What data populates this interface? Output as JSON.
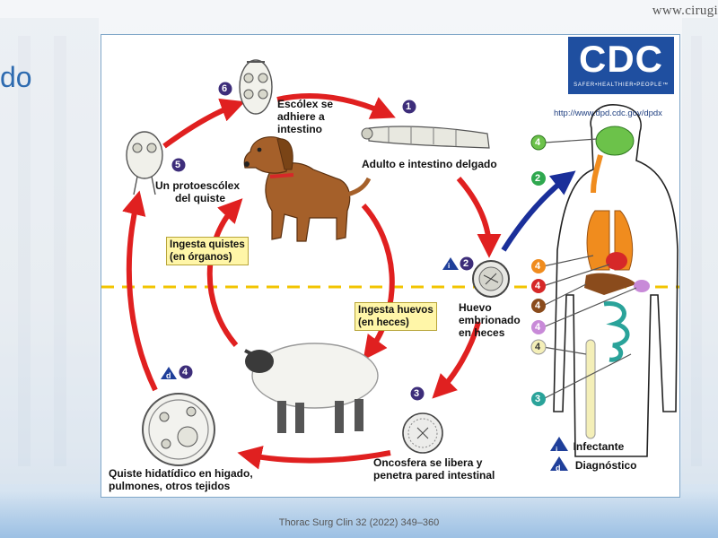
{
  "header": {
    "site_url": "www.cirugi",
    "title_fragment": "do"
  },
  "footer": {
    "citation": "Thorac Surg Clin 32 (2022) 349–360"
  },
  "logo": {
    "text": "CDC",
    "tagline": "SAFER•HEALTHIER•PEOPLE™",
    "url": "http://www.dpd.cdc.gov/dpdx"
  },
  "stages": {
    "s1": {
      "number": "1",
      "label": "Adulto e intestino  delgado"
    },
    "s2": {
      "number": "2",
      "label_lines": [
        "Huevo",
        "embrionado",
        "en heces"
      ]
    },
    "s3": {
      "number": "3",
      "label_lines": [
        "Oncosfera se libera y",
        "penetra pared intestinal"
      ]
    },
    "s4": {
      "number": "4",
      "label_lines": [
        "Quiste hidatídico en higado,",
        "pulmones, otros tejidos"
      ]
    },
    "s5": {
      "number": "5",
      "label_lines": [
        "Un protoescólex",
        "del quiste"
      ]
    },
    "s6": {
      "number": "6",
      "label_lines": [
        "Escólex se",
        "adhiere a",
        "intestino"
      ]
    }
  },
  "boxes": {
    "quistes": [
      "Ingesta quistes",
      "(en órganos)"
    ],
    "huevos": [
      "Ingesta huevos",
      "(en heces)"
    ]
  },
  "side_markers": {
    "top": "4",
    "arrow": "2",
    "organs": [
      "4",
      "4",
      "4",
      "4",
      "4",
      "3"
    ]
  },
  "legend": {
    "i_symbol": "i",
    "i_label": "Infectante",
    "d_symbol": "d",
    "d_label": "Diagnóstico"
  },
  "colors": {
    "arrow_red": "#e02020",
    "arrow_blue": "#1a2f9a",
    "stage_circle": "#3d2d7a",
    "marker_green": "#2fa84f",
    "marker_orange": "#f08c1e",
    "marker_red": "#d62828",
    "marker_brown": "#8a4b1c",
    "marker_violet": "#c88ad8",
    "marker_cream": "#f4efb8",
    "marker_teal": "#2aa39a",
    "dashed_line": "#f2c400"
  }
}
